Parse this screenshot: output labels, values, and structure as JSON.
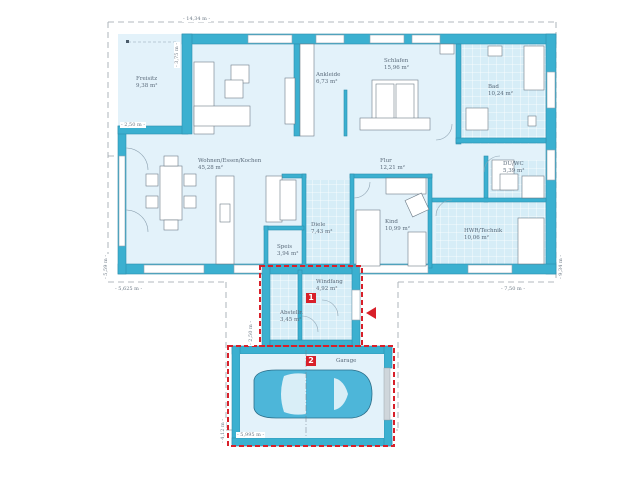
{
  "floor_plan": {
    "overall": {
      "width_top": "- 14,34 m -",
      "width_left_bottom": "- 5,625 m -",
      "width_right_bottom": "- 7,50 m -",
      "height_left": "- 5,59 m -",
      "height_right": "- 9,34 m -",
      "freisitz_depth": "- 3,75 m -",
      "freisitz_width": "- 2,50 m -",
      "entry_depth": "- 2,50 m -",
      "garage_depth": "- 4,12 m -",
      "garage_width": "- 5,995 m -"
    },
    "rooms": [
      {
        "name": "Freisitz",
        "area": "9,38 m²"
      },
      {
        "name": "Ankleide",
        "area": "6,73 m²"
      },
      {
        "name": "Schlafen",
        "area": "15,96 m²"
      },
      {
        "name": "Bad",
        "area": "10,24 m²"
      },
      {
        "name": "Wohnen/Essen/Kochen",
        "area": "45,28 m²"
      },
      {
        "name": "Flur",
        "area": "12,21 m²"
      },
      {
        "name": "DU/WC",
        "area": "5,39 m²"
      },
      {
        "name": "Diele",
        "area": "7,43 m²"
      },
      {
        "name": "Kind",
        "area": "10,99 m²"
      },
      {
        "name": "HWR/Technik",
        "area": "10,06 m²"
      },
      {
        "name": "Speis",
        "area": "3,94 m²"
      },
      {
        "name": "Windfang",
        "area": "4,92 m²"
      },
      {
        "name": "Abstellr.",
        "area": "3,45 m²"
      },
      {
        "name": "Garage",
        "area": ""
      }
    ],
    "markers": [
      {
        "label": "1",
        "zone": "Entrance module"
      },
      {
        "label": "2",
        "zone": "Garage module"
      }
    ],
    "entrance_arrow": "entrance-arrow",
    "colors": {
      "wall": "#3bb0d0",
      "room_fill": "#e3f2fa",
      "tile_fill": "#d4ecf6",
      "option_outline": "#d8202a",
      "dimension_line": "#9aa3ab",
      "car": "#4db6d9"
    }
  }
}
